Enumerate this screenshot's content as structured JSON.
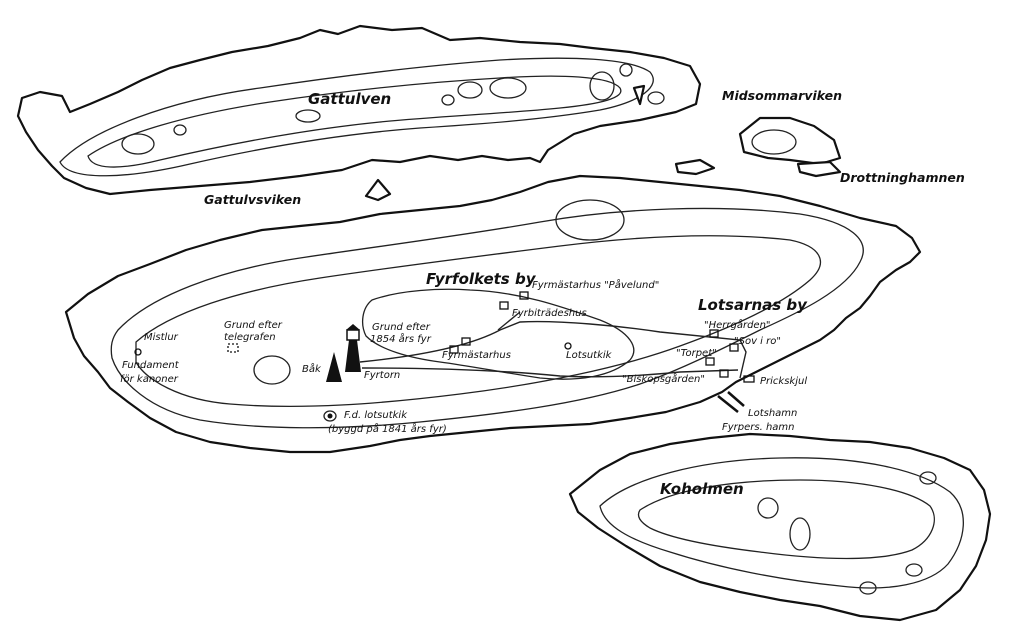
{
  "places": {
    "gattulven": "Gattulven",
    "midsommarviken": "Midsommarviken",
    "drottninghamnen": "Drottninghamnen",
    "gattulvsviken": "Gattulvsviken",
    "fyrfolkets_by": "Fyrfolkets by",
    "lotsarnas_by": "Lotsarnas by",
    "koholmen": "Koholmen"
  },
  "features": {
    "fyrmastarhus_pavelund": "Fyrmästarhus \"Påvelund\"",
    "fyrbitradeshus": "Fyrbiträdeshus",
    "fyrmastarhus": "Fyrmästarhus",
    "lotsutkik": "Lotsutkik",
    "herrgarden": "\"Herrgården\"",
    "sov_i_ro": "\"Sov i ro\"",
    "torpet": "\"Torpet\"",
    "biskopsgarden": "\"Biskopsgården\"",
    "prickskjul": "Prickskjul",
    "lotshamn": "Lotshamn",
    "fyrpers_hamn": "Fyrpers. hamn",
    "mistlur": "Mistlur",
    "fundament_1": "Fundament",
    "fundament_2": "för kanoner",
    "grund_telegraf_1": "Grund efter",
    "grund_telegraf_2": "telegrafen",
    "grund_fyr_1": "Grund efter",
    "grund_fyr_2": "1854 års fyr",
    "bak": "Båk",
    "fyrtorn": "Fyrtorn",
    "fd_lotsutkik_1": "F.d. lotsutkik",
    "fd_lotsutkik_2": "(byggd på 1841 års fyr)"
  }
}
